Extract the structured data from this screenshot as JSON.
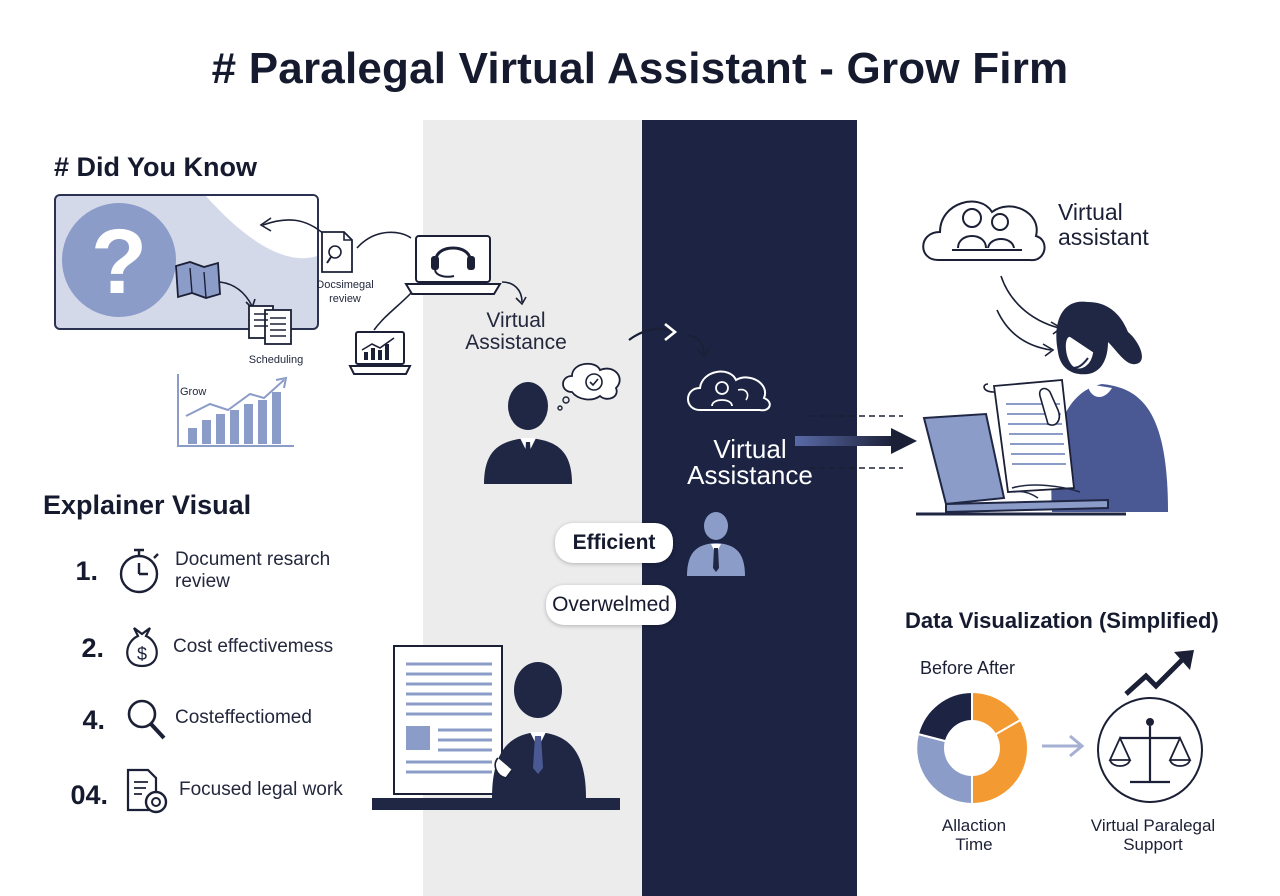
{
  "title": "# Paralegal Virtual Assistant - Grow Firm",
  "did_you_know": {
    "heading": "# Did You Know",
    "doc_review_label": "Docsimegal review",
    "scheduling_label": "Scheduling",
    "grow_label": "Grow"
  },
  "center": {
    "virtual_assistance_1": "Virtual Assistance",
    "virtual_assistance_2": "Virtual Assistance",
    "efficient_pill": "Efficient",
    "overwhelmed_pill": "Overwelmed"
  },
  "right": {
    "virtual_assistant_label": "Virtual assistant"
  },
  "explainer": {
    "heading": "Explainer Visual",
    "items": [
      {
        "number": "1.",
        "text": "Document resarch review",
        "icon": "stopwatch-icon"
      },
      {
        "number": "2.",
        "text": "Cost effectivemess",
        "icon": "money-bag-icon"
      },
      {
        "number": "4.",
        "text": "Costeffectiomed",
        "icon": "magnifier-icon"
      },
      {
        "number": "04.",
        "text": "Focused legal work",
        "icon": "document-gear-icon"
      }
    ]
  },
  "data_viz": {
    "heading": "Data Visualization (Simplified)",
    "before_after_label": "Before After",
    "allocation_label": "Allaction Time",
    "support_label": "Virtual Paralegal Support"
  },
  "colors": {
    "navy": "#1c2343",
    "orange": "#f39a33",
    "blue_gray": "#8b9bc8",
    "light_panel": "#ececec",
    "slate": "#4a5994"
  }
}
